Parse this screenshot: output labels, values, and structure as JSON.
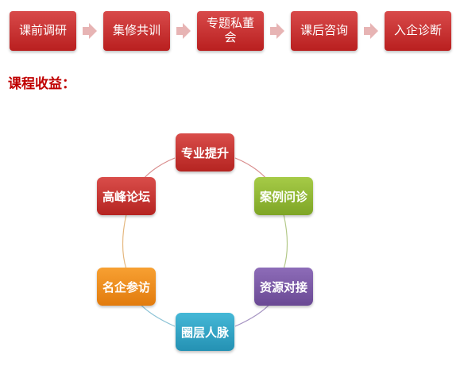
{
  "flow": {
    "steps": [
      "课前调研",
      "集修共训",
      "专题私董\n会",
      "课后咨询",
      "入企诊断"
    ]
  },
  "heading": "课程收益：",
  "cycle": {
    "nodes": [
      "专业提升",
      "案例问诊",
      "资源对接",
      "圈层人脉",
      "名企参访",
      "高峰论坛"
    ],
    "colors": {
      "red": "#c0392b",
      "green": "#8db833",
      "purple": "#7b58a6",
      "cyan": "#31a4c6",
      "orange": "#ee8a1d"
    }
  }
}
